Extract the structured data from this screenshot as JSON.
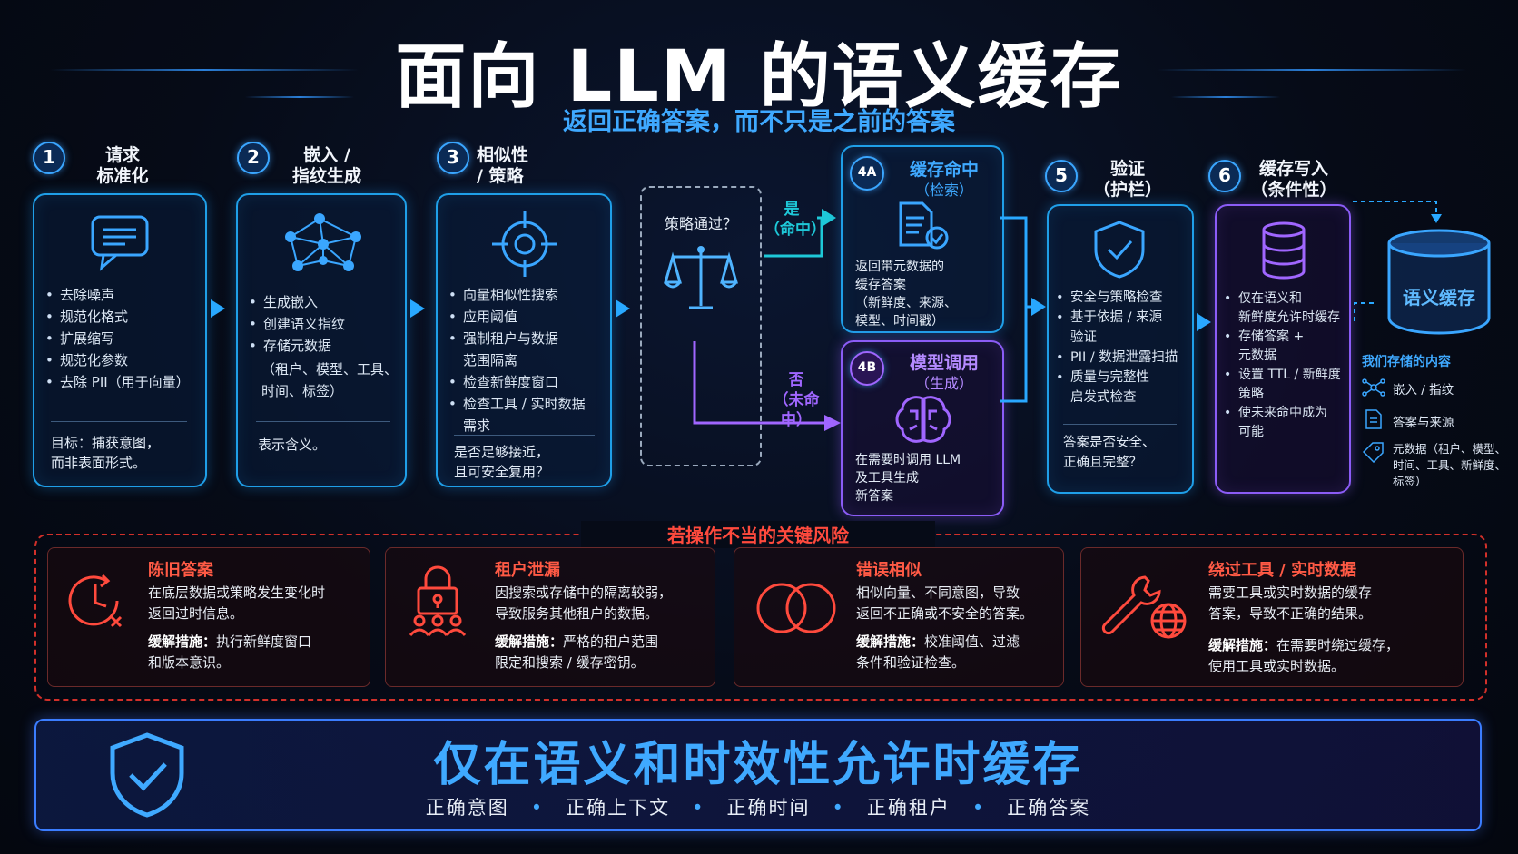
{
  "title": "面向 LLM 的语义缓存",
  "subtitle": "返回正确答案，而不只是之前的答案",
  "steps": [
    {
      "num": "1",
      "label_l1": "请求",
      "label_l2": "标准化",
      "bullets": [
        "去除噪声",
        "规范化格式",
        "扩展缩写",
        "规范化参数",
        "去除 PII（用于向量）"
      ],
      "note_l1": "目标：捕获意图，",
      "note_l2": "而非表面形式。"
    },
    {
      "num": "2",
      "label_l1": "嵌入 /",
      "label_l2": "指纹生成",
      "bullets": [
        "生成嵌入",
        "创建语义指纹",
        "存储元数据"
      ],
      "bullet_sub_l1": "（租户、模型、工具、",
      "bullet_sub_l2": "时间、标签）",
      "note_l1": "表示含义。"
    },
    {
      "num": "3",
      "label_l1": "相似性",
      "label_l2": "/ 策略",
      "bullets": [
        "向量相似性搜索",
        "应用阈值",
        "强制租户与数据",
        "检查新鲜度窗口",
        "检查工具 / 实时数据"
      ],
      "bullet_3_l2": "范围隔离",
      "bullet_5_l2": "需求",
      "note_l1": "是否足够接近，",
      "note_l2": "且可安全复用？"
    }
  ],
  "policy": {
    "label": "策略通过？",
    "yes_l1": "是",
    "yes_l2": "（命中）",
    "no_l1": "否",
    "no_l2": "（未命中）"
  },
  "hit": {
    "num": "4A",
    "title": "缓存命中",
    "sub": "（检索）",
    "desc_l1": "返回带元数据的",
    "desc_l2": "缓存答案",
    "desc_l3": "（新鲜度、来源、",
    "desc_l4": "模型、时间戳）"
  },
  "miss": {
    "num": "4B",
    "title": "模型调用",
    "sub": "（生成）",
    "desc_l1": "在需要时调用 LLM",
    "desc_l2": "及工具生成",
    "desc_l3": "新答案"
  },
  "verify": {
    "num": "5",
    "label_l1": "验证",
    "label_l2": "（护栏）",
    "b1": "安全与策略检查",
    "b2_l1": "基于依据 / 来源",
    "b2_l2": "验证",
    "b3": "PII / 数据泄露扫描",
    "b4_l1": "质量与完整性",
    "b4_l2": "启发式检查",
    "note_l1": "答案是否安全、",
    "note_l2": "正确且完整？"
  },
  "write": {
    "num": "6",
    "label_l1": "缓存写入",
    "label_l2": "（条件性）",
    "b1_l1": "仅在语义和",
    "b1_l2": "新鲜度允许时缓存",
    "b2_l1": "存储答案 +",
    "b2_l2": "元数据",
    "b3_l1": "设置 TTL / 新鲜度",
    "b3_l2": "策略",
    "b4_l1": "使未来命中成为",
    "b4_l2": "可能"
  },
  "store": {
    "label": "语义缓存",
    "heading": "我们存储的内容",
    "i1": "嵌入 / 指纹",
    "i2": "答案与来源",
    "i3_l1": "元数据（租户、模型、",
    "i3_l2": "时间、工具、新鲜度、",
    "i3_l3": "标签）"
  },
  "risks": {
    "heading": "若操作不当的关键风险",
    "mitig": "缓解措施：",
    "items": [
      {
        "name": "陈旧答案",
        "d1": "在底层数据或策略发生变化时",
        "d2": "返回过时信息。",
        "m1": "执行新鲜度窗口",
        "m2": "和版本意识。"
      },
      {
        "name": "租户泄漏",
        "d1": "因搜索或存储中的隔离较弱，",
        "d2": "导致服务其他租户的数据。",
        "m1": "严格的租户范围",
        "m2": "限定和搜索 / 缓存密钥。"
      },
      {
        "name": "错误相似",
        "d1": "相似向量、不同意图，导致",
        "d2": "返回不正确或不安全的答案。",
        "m1": "校准阈值、过滤",
        "m2": "条件和验证检查。"
      },
      {
        "name": "绕过工具 / 实时数据",
        "d1": "需要工具或实时数据的缓存",
        "d2": "答案，导致不正确的结果。",
        "m1": "在需要时绕过缓存，",
        "m2": "使用工具或实时数据。"
      }
    ]
  },
  "bottom": {
    "main": "仅在语义和时效性允许时缓存",
    "items": [
      "正确意图",
      "正确上下文",
      "正确时间",
      "正确租户",
      "正确答案"
    ]
  },
  "colors": {
    "accent": "#29a8ff",
    "purple": "#8b5cf6",
    "risk": "#ff4a3d",
    "teal": "#1ec8d8"
  }
}
